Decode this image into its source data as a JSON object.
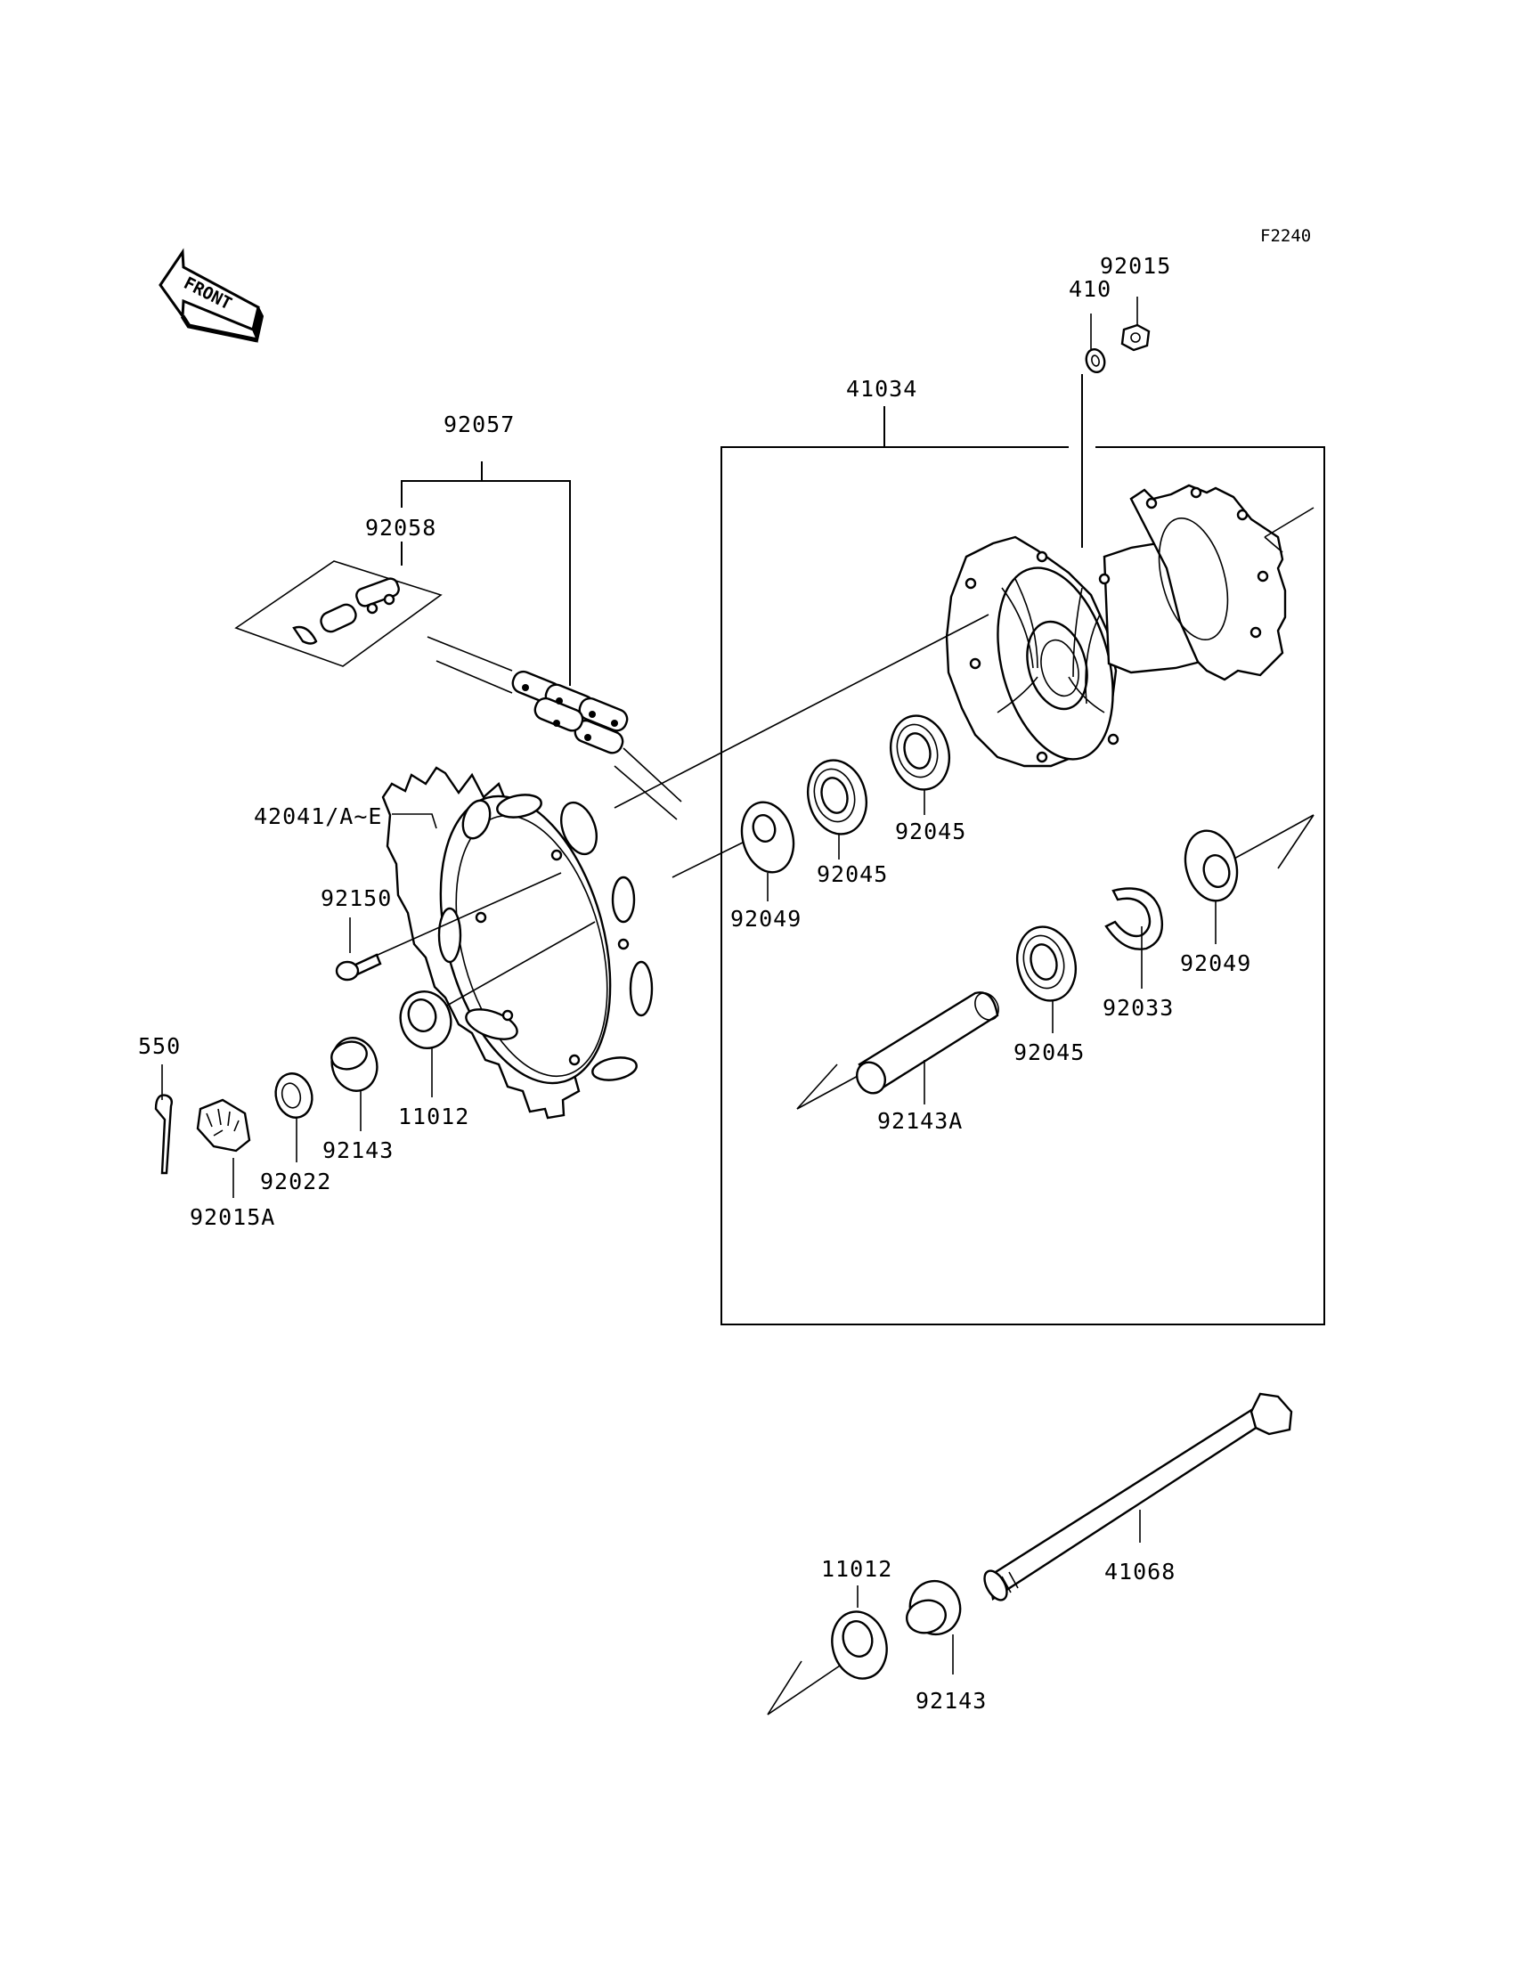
{
  "figure_code": "F2240",
  "front_marker": "FRONT",
  "labels": {
    "p92015": "92015",
    "p410": "410",
    "p41034": "41034",
    "p92057": "92057",
    "p92058": "92058",
    "p42041": "42041/A~E",
    "p92150": "92150",
    "p550": "550",
    "p92015A": "92015A",
    "p92022": "92022",
    "p92143_left": "92143",
    "p11012_left": "11012",
    "p92049_a": "92049",
    "p92045_a": "92045",
    "p92045_b": "92045",
    "p92049_b": "92049",
    "p92033": "92033",
    "p92045_c": "92045",
    "p92143A": "92143A",
    "p11012_bottom": "11012",
    "p41068": "41068",
    "p92143_bottom": "92143"
  }
}
